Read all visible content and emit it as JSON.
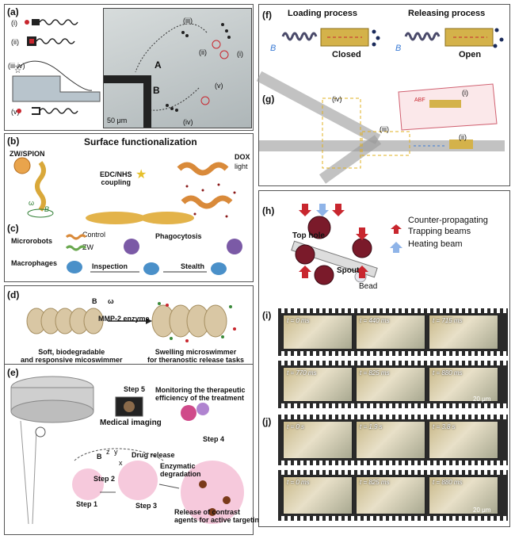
{
  "panels": {
    "a": {
      "label": "(a)",
      "steps": [
        "(i)",
        "(ii)",
        "(iii-iv)",
        "(v)"
      ],
      "micro_labels": [
        "(iii)",
        "(ii)",
        "(i)",
        "A",
        "B",
        "(v)",
        "(iv)"
      ],
      "scale": "50 μm"
    },
    "b": {
      "label": "(b)",
      "title": "Surface functionalization",
      "zw": "ZW/SPION",
      "coupling": "EDC/NHS\ncoupling",
      "dox": "DOX",
      "light": "light",
      "omega": "ω",
      "B": "B"
    },
    "c": {
      "label": "(c)",
      "microrobots": "Microrobots",
      "macrophages": "Macrophages",
      "control": "Control",
      "zw": "ZW",
      "phago": "Phagocytosis",
      "inspection": "Inspection",
      "stealth": "Stealth"
    },
    "d": {
      "label": "(d)",
      "B": "B",
      "omega": "ω",
      "enzyme": "MMP-2 enzyme",
      "left": "Soft, biodegradable\nand responsive micoswimmer",
      "right": "Swelling microswimmer\nfor theranostic release tasks"
    },
    "e": {
      "label": "(e)",
      "step5": "Step 5",
      "monitor": "Monitoring the therapeutic\nefficiency of the treatment",
      "imaging": "Medical imaging",
      "drug": "Drug release",
      "step4": "Step 4",
      "step2": "Step 2",
      "enzymatic": "Enzymatic\ndegradation",
      "step1": "Step 1",
      "step3": "Step 3",
      "release": "Release of contrast\nagents for active targeting",
      "axes": [
        "B",
        "z",
        "y",
        "x"
      ]
    },
    "f": {
      "label": "(f)",
      "loading": "Loading process",
      "releasing": "Releasing process",
      "closed": "Closed",
      "open": "Open",
      "B": "B"
    },
    "g": {
      "label": "(g)",
      "iv": "(iv)",
      "iii": "(iii)",
      "i": "(i)",
      "ii": "(ii)",
      "abf": "ABF"
    },
    "h": {
      "label": "(h)",
      "legend": [
        "Counter-propagating",
        "Trapping beams",
        "Heating beam"
      ],
      "top_hole": "Top hole",
      "spout": "Spout",
      "bead": "Bead"
    },
    "i": {
      "label": "(i)",
      "frames": [
        "t = 0 ms",
        "t = 440 ms",
        "t = 715 ms",
        "t = 770 ms",
        "t = 825 ms",
        "t = 880 ms"
      ],
      "scale": "20 μm"
    },
    "j": {
      "label": "(j)",
      "frames": [
        "t = 0 s",
        "t = 1.9 s",
        "t = 3.8 s",
        "t = 0 ms",
        "t = 825 ms",
        "t = 880 ms"
      ],
      "scale": "20 μm"
    }
  },
  "colors": {
    "red": "#c8262e",
    "blue": "#3a7bd5",
    "gold": "#c9a227",
    "pink": "#f6c9dc",
    "tan": "#c9b98a"
  }
}
